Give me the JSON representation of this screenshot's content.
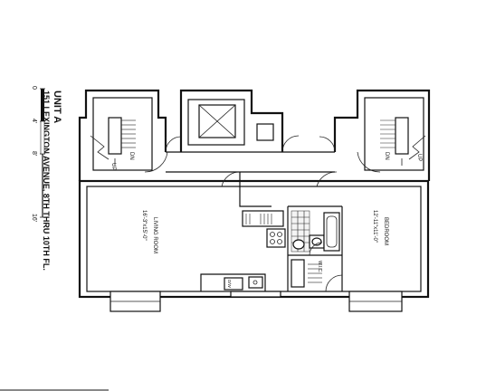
{
  "title": {
    "unit": "UNIT A",
    "address": "151 LEXINGTON AVENUE, 8TH THRU 10TH FL."
  },
  "scale": {
    "ticks": [
      "0",
      "4'",
      "8'",
      "16'"
    ]
  },
  "rooms": {
    "living_room": {
      "name": "LIVING ROOM",
      "size": "16'-3\"x15'-0\""
    },
    "bedroom": {
      "name": "BEDROOM",
      "size": "12'-11\"x11'-0\""
    },
    "wic": {
      "name": "W.I.C."
    }
  },
  "stairs": {
    "left": {
      "up": "UP",
      "dn": "DN"
    },
    "right": {
      "up": "UP",
      "dn": "DN"
    }
  },
  "appliances": {
    "dw": "D/W"
  }
}
